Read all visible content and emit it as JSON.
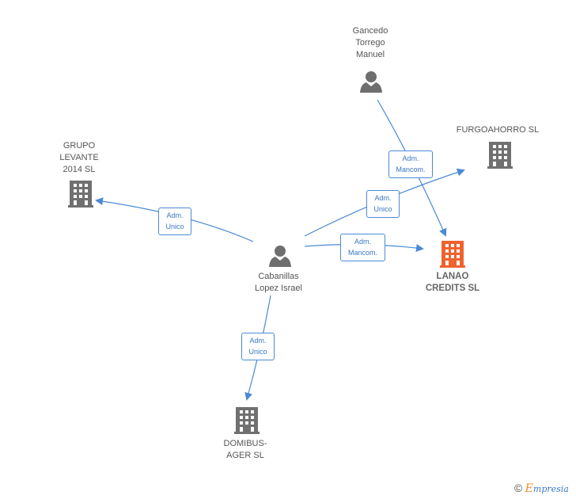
{
  "colors": {
    "edge": "#4a8ad6",
    "building": "#707070",
    "building_main": "#f0622e",
    "person": "#6e6e6e",
    "label_border": "#4a8ad6",
    "label_text": "#3a78c4"
  },
  "nodes": {
    "gancedo": {
      "label": "Gancedo\nTorrego\nManuel",
      "icon": "person-icon"
    },
    "furgoahorro": {
      "label": "FURGOAHORRO SL",
      "icon": "building-icon"
    },
    "grupo": {
      "label": "GRUPO\nLEVANTE\n2014  SL",
      "icon": "building-icon"
    },
    "cabanillas": {
      "label": "Cabanillas\nLopez Israel",
      "icon": "person-icon"
    },
    "lanao": {
      "label": "LANAO\nCREDITS  SL",
      "icon": "building-icon"
    },
    "domibus": {
      "label": "DOMIBUS-\nAGER  SL",
      "icon": "building-icon"
    }
  },
  "relations": {
    "r1": "Adm.\nMancom.",
    "r2": "Adm.\nUnico",
    "r3": "Adm.\nUnico",
    "r4": "Adm.\nMancom.",
    "r5": "Adm.\nUnico"
  },
  "brand": {
    "copyright": "©",
    "e": "E",
    "rest": "mpresia"
  }
}
